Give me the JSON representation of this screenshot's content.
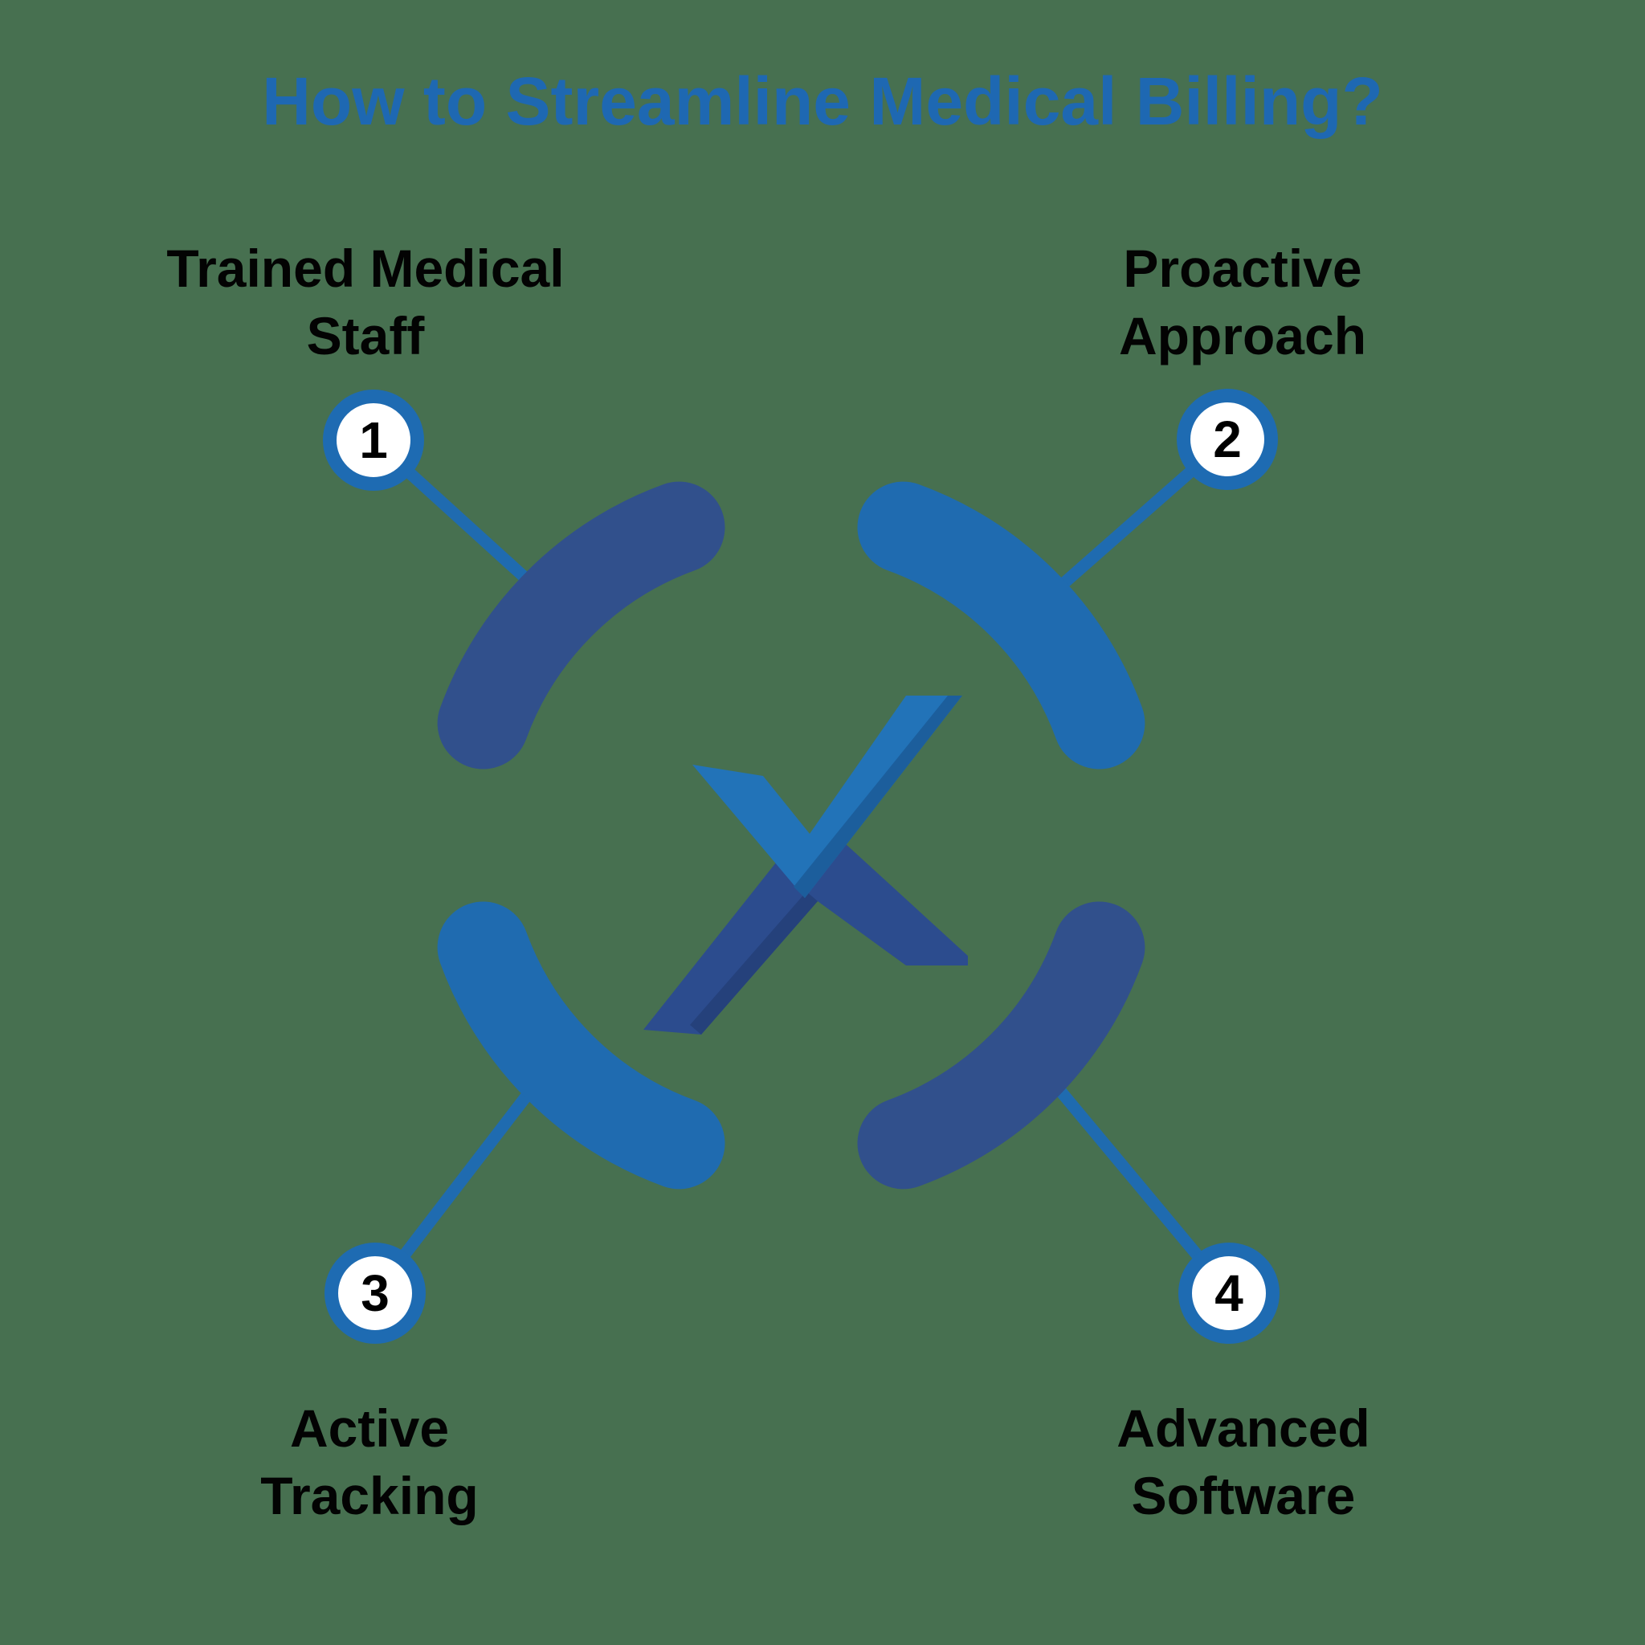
{
  "title": "How to Streamline Medical Billing?",
  "steps": [
    {
      "number": "1",
      "label_line1": "Trained Medical",
      "label_line2": "Staff",
      "position": "top-left"
    },
    {
      "number": "2",
      "label_line1": "Proactive",
      "label_line2": "Approach",
      "position": "top-right"
    },
    {
      "number": "3",
      "label_line1": "Active",
      "label_line2": "Tracking",
      "position": "bottom-left"
    },
    {
      "number": "4",
      "label_line1": "Advanced",
      "label_line2": "Software",
      "position": "bottom-right"
    }
  ],
  "center_icon": "x-logo",
  "colors": {
    "background": "#477050",
    "title_blue": "#1E68B2",
    "bright_blue": "#1F6BB0",
    "dark_navy": "#31508C",
    "label_text": "#030303",
    "circle_ring": "#1E6BB2",
    "circle_fill": "#FFFFFF",
    "x_top": "#2273B8",
    "x_top_bevel": "#1C5E9C",
    "x_bottom": "#2C4C8E",
    "x_bottom_bevel": "#25417B"
  }
}
